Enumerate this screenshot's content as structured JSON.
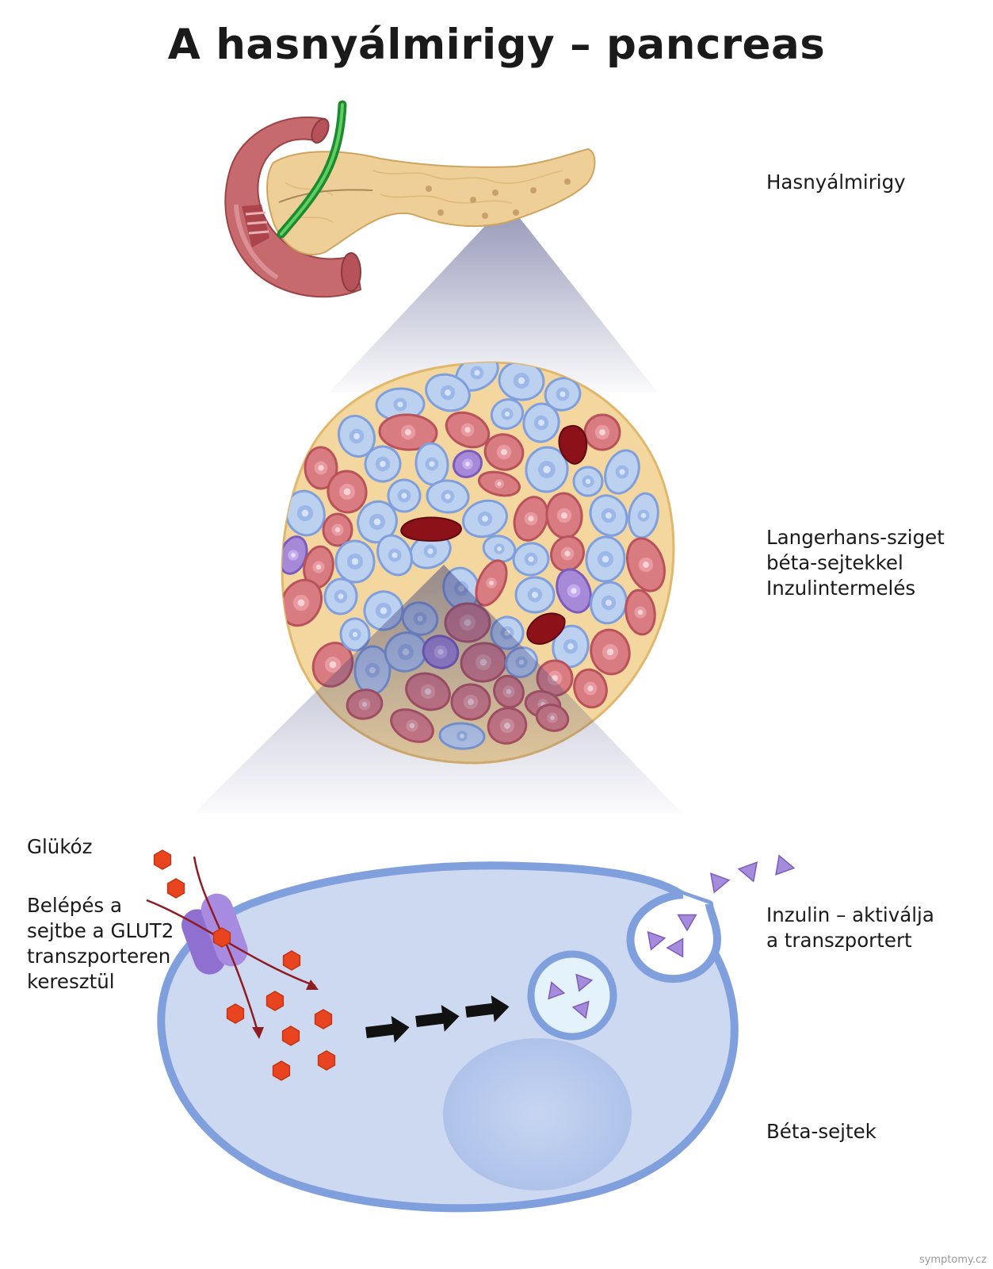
{
  "title": "A hasnyálmirigy – pancreas",
  "labels": {
    "pancreas": "Hasnyálmirigy",
    "islet": [
      "Langerhans-sziget",
      "béta-sejtekkel",
      "Inzulintermelés"
    ],
    "glucose": "Glükóz",
    "entry": [
      "Belépés a",
      "sejtbe a GLUT2",
      "transzporteren",
      "keresztül"
    ],
    "insulin": [
      "Inzulin – aktiválja",
      "a transzportert"
    ],
    "beta_cells": "Béta-sejtek"
  },
  "credit": "symptomy.cz",
  "colors": {
    "cell_cytoplasm": "#cdd8f1",
    "cell_membrane": "#7f9fdd",
    "glucose": "#e8441f",
    "insulin": "#a58bdc",
    "transporter": "#8f6fcf",
    "pancreas": "#eecf97",
    "duodenum": "#c66a6e",
    "alpha_cell": "#d97c82",
    "beta_cell": "#bcd0ef",
    "delta_cell": "#a68ad8",
    "capillary": "#8c1119"
  },
  "icons": [
    "pancreas-organ-illustration",
    "islet-of-langerhans-illustration",
    "beta-cell-illustration",
    "glucose-hexagon-icon",
    "insulin-triangle-icon",
    "glut2-transporter-icon",
    "arrow-right-icon"
  ]
}
